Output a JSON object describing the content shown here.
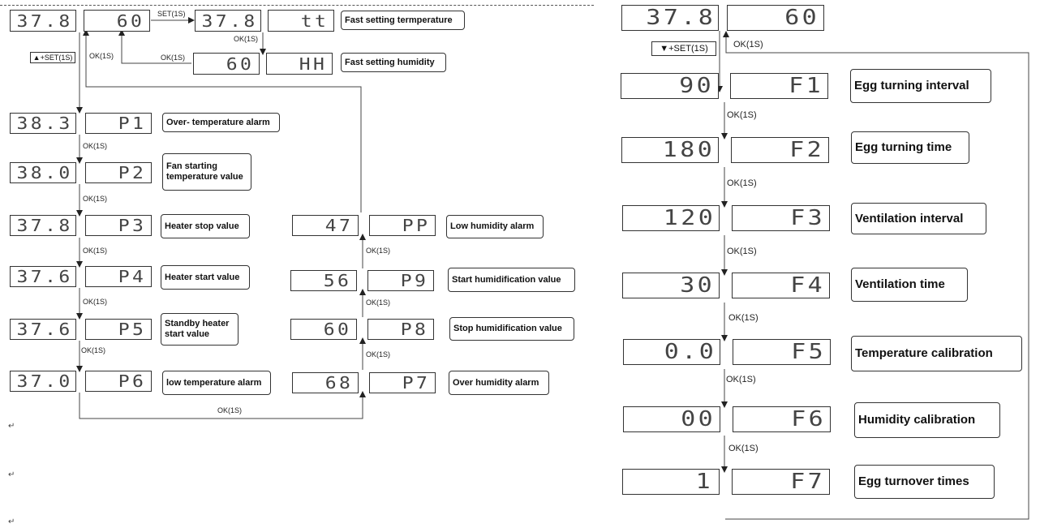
{
  "left": {
    "fast_temp": {
      "value": "37.8",
      "setpoint": "60",
      "target": "37.8",
      "code": "tt",
      "label": "Fast setting termperature"
    },
    "fast_hum": {
      "value": "60",
      "code": "HH",
      "label": "Fast setting humidity"
    },
    "set_key": "▲+SET(1S)",
    "set_1s": "SET(1S)",
    "ok_1s": "OK(1S)",
    "params_left": [
      {
        "value": "38.3",
        "code": "P1",
        "label": "Over- temperature alarm"
      },
      {
        "value": "38.0",
        "code": "P2",
        "label": "Fan starting temperature value"
      },
      {
        "value": "37.8",
        "code": "P3",
        "label": "Heater stop value"
      },
      {
        "value": "37.6",
        "code": "P4",
        "label": "Heater start value"
      },
      {
        "value": "37.6",
        "code": "P5",
        "label": "Standby heater start value"
      },
      {
        "value": "37.0",
        "code": "P6",
        "label": "low temperature alarm"
      }
    ],
    "params_right": [
      {
        "value": "47",
        "code": "PP",
        "label": "Low humidity alarm"
      },
      {
        "value": "56",
        "code": "P9",
        "label": "Start humidification value"
      },
      {
        "value": "60",
        "code": "P8",
        "label": "Stop humidification value"
      },
      {
        "value": "68",
        "code": "P7",
        "label": "Over humidity alarm"
      }
    ],
    "enter_mark": "↵"
  },
  "right": {
    "header": {
      "temp": "37.8",
      "hum": "60"
    },
    "set_key": "▼+SET(1S)",
    "ok_1s": "OK(1S)",
    "params": [
      {
        "value": "90",
        "code": "F1",
        "label": "Egg turning interval"
      },
      {
        "value": "180",
        "code": "F2",
        "label": "Egg turning time"
      },
      {
        "value": "120",
        "code": "F3",
        "label": "Ventilation interval"
      },
      {
        "value": "30",
        "code": "F4",
        "label": "Ventilation time"
      },
      {
        "value": "0.0",
        "code": "F5",
        "label": "Temperature calibration"
      },
      {
        "value": "00",
        "code": "F6",
        "label": "Humidity calibration"
      },
      {
        "value": "1",
        "code": "F7",
        "label": "Egg turnover times"
      }
    ]
  }
}
